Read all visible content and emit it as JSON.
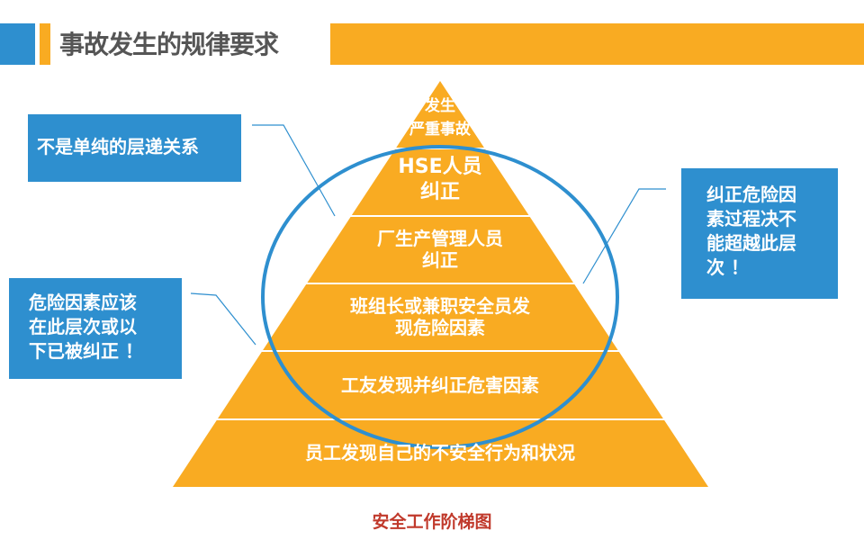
{
  "title": "事故发生的规律要求",
  "callouts": {
    "left_top": "不是单纯的层递关系",
    "left_bottom": [
      "危险因素应该",
      "在此层次或以",
      "下已被纠正 ！"
    ],
    "right": [
      "纠正危险因",
      "素过程决不",
      "能超越此层",
      "次 ！"
    ]
  },
  "pyramid": {
    "levels": [
      {
        "lines": [
          "发生",
          "严重事故"
        ]
      },
      {
        "lines": [
          "HSE人员",
          "纠正"
        ]
      },
      {
        "lines": [
          "厂生产管理人员",
          "纠正"
        ]
      },
      {
        "lines": [
          "班组长或兼职安全员发",
          "现危险因素"
        ]
      },
      {
        "lines": [
          "工友发现并纠正危害因素"
        ]
      },
      {
        "lines": [
          "员工发现自己的不安全行为和状况"
        ]
      }
    ]
  },
  "caption": "安全工作阶梯图",
  "colors": {
    "blue": "#2e8fcf",
    "orange": "#f9ab22",
    "caption": "#c0392b"
  }
}
